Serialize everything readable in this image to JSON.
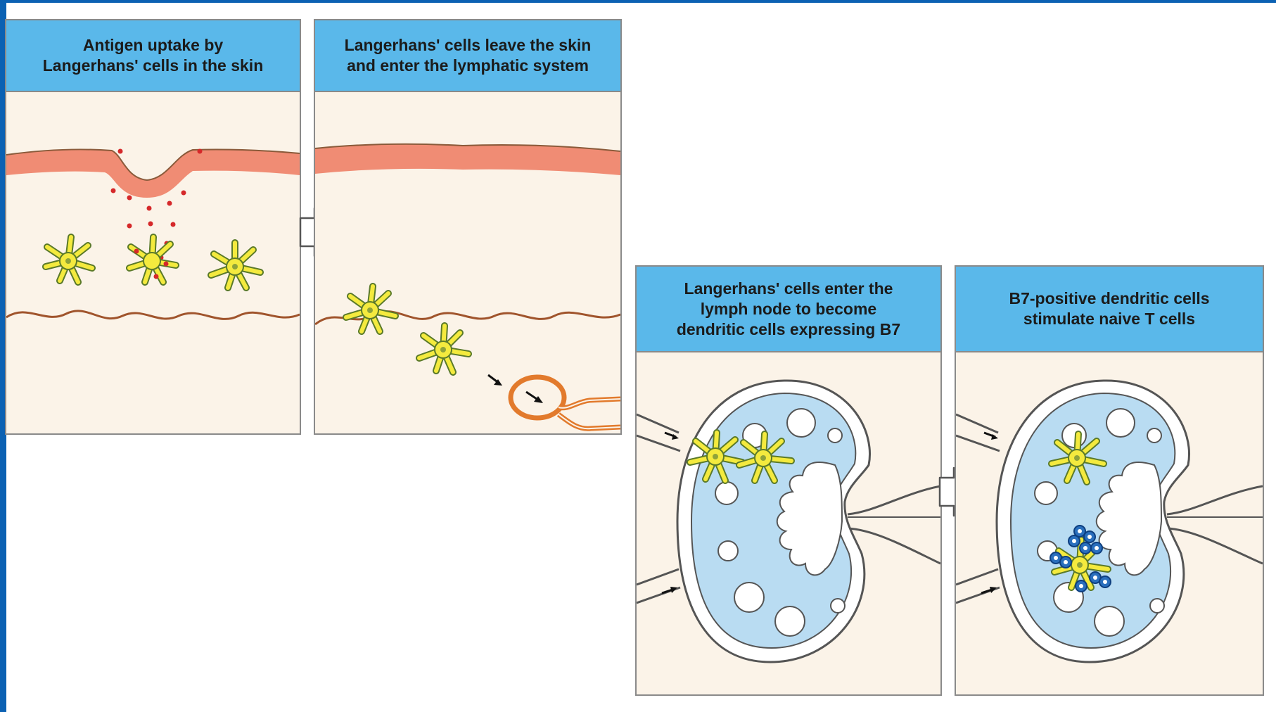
{
  "colors": {
    "frame": "#0b61b3",
    "header_fill": "#5ab8ea",
    "panel_fill": "#fbf3e8",
    "epidermis": "#f08c74",
    "lymph_node": "#b9dcf2",
    "cell_yellow": "#f4ea3e",
    "cell_outline": "#5b7a2a",
    "antigen_red": "#d5282a",
    "vessel_orange": "#e27a2c",
    "t_cell_blue": "#2a6fbd"
  },
  "panels": [
    {
      "title": "Antigen uptake by\nLangerhans' cells in the skin"
    },
    {
      "title": "Langerhans' cells leave the skin\nand enter the lymphatic system"
    },
    {
      "title": "Langerhans' cells enter the\nlymph node to become\ndendritic cells expressing B7"
    },
    {
      "title": "B7-positive dendritic cells\nstimulate naive T cells"
    }
  ],
  "icons": {
    "step_arrow": "right-block-arrow-icon",
    "flow_arrow": "small-black-arrow-icon"
  }
}
